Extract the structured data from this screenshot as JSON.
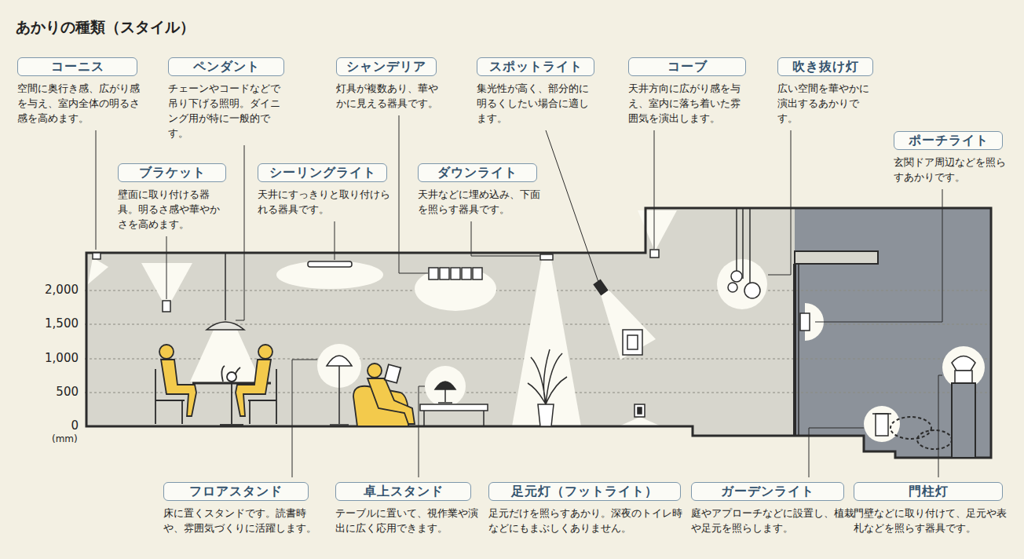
{
  "diagram": {
    "title": "あかりの種類（スタイル）",
    "nodes": [
      {
        "text": [
          "コーニス",
          "空間に奥行き感、広がり感を与え、室内全体の明るさ感を高めます。"
        ]
      },
      {
        "text": [
          "ペンダント",
          "チェーンやコードなどで吊り下げる照明。ダイニング用が特に一般的です。"
        ]
      },
      {
        "text": [
          "シャンデリア",
          "灯具が複数あり、華やかに見える器具です。"
        ]
      },
      {
        "text": [
          "スポットライト",
          "集光性が高く、部分的に明るくしたい場合に適します。"
        ]
      },
      {
        "text": [
          "コーブ",
          "天井方向に広がり感を与え、室内に落ち着いた雰囲気を演出します。"
        ]
      },
      {
        "text": [
          "吹き抜け灯",
          "広い空間を華やかに演出するあかりです。"
        ]
      },
      {
        "text": [
          "ポーチライト",
          "玄関ドア周辺などを照らすあかりです。"
        ]
      },
      {
        "text": [
          "ブラケット",
          "壁面に取り付ける器具。明るさ感や華やかさを高めます。"
        ]
      },
      {
        "text": [
          "シーリングライト",
          "天井にすっきりと取り付けられる器具です。"
        ]
      },
      {
        "text": [
          "ダウンライト",
          "天井などに埋め込み、下面を照らす器具です。"
        ]
      },
      {
        "text": [
          "フロアスタンド",
          "床に置くスタンドです。読書時や、雰囲気づくりに活躍します。"
        ]
      },
      {
        "text": [
          "卓上スタンド",
          "テーブルに置いて、視作業や演出に広く応用できます。"
        ]
      },
      {
        "text": [
          "足元灯（フットライト）",
          "足元だけを照らすあかり。深夜のトイレ時などにもまぶしくありません。"
        ]
      },
      {
        "text": [
          "ガーデンライト",
          "庭やアプローチなどに設置し、植栽や足元を照らします。"
        ]
      },
      {
        "text": [
          "門柱灯",
          "門壁などに取り付けて、足元や表札などを照らす器具です。"
        ]
      }
    ],
    "labels": [
      "2,000",
      "1,500",
      "1,000",
      "500",
      "0",
      "(mm)"
    ]
  }
}
